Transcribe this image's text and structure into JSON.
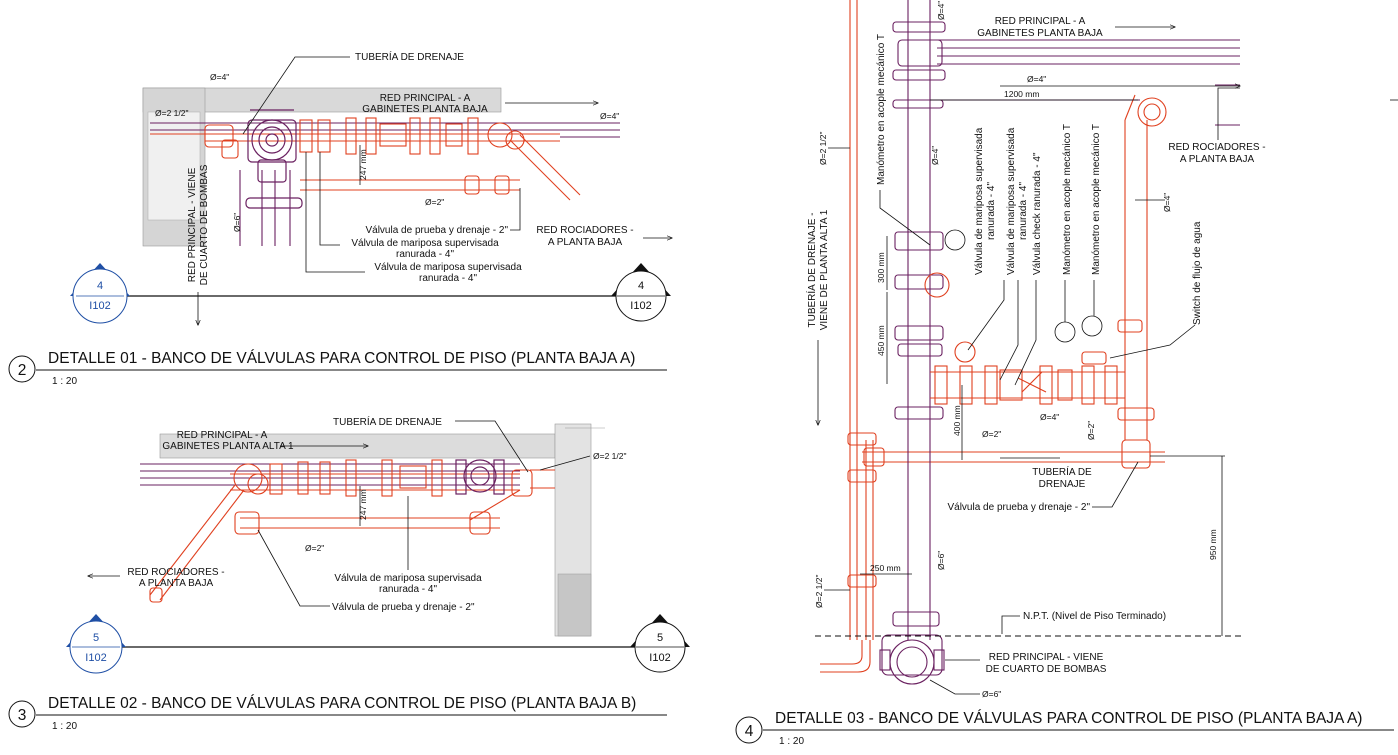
{
  "details": [
    {
      "number": "2",
      "title": "DETALLE 01 - BANCO DE VÁLVULAS PARA CONTROL DE PISO (PLANTA BAJA A)",
      "scale": "1 : 20",
      "section_markers": [
        {
          "num": "4",
          "sheet": "I102"
        },
        {
          "num": "4",
          "sheet": "I102"
        }
      ],
      "labels": {
        "drain": "TUBERÍA DE DRENAJE",
        "red_principal_1": "RED PRINCIPAL - A",
        "red_principal_2": "GABINETES PLANTA BAJA",
        "valvula_prueba": "Válvula de prueba y drenaje - 2\"",
        "mariposa_a1": "Válvula de mariposa supervisada",
        "mariposa_a2": "ranurada - 4\"",
        "mariposa_b1": "Válvula de mariposa supervisada",
        "mariposa_b2": "ranurada - 4\"",
        "rociadores_1": "RED ROCIADORES -",
        "rociadores_2": "A PLANTA BAJA",
        "viene_1": "RED PRINCIPAL - VIENE",
        "viene_2": "DE CUARTO DE BOMBAS",
        "d4_top": "Ø=4\"",
        "d212": "Ø=2 1/2\"",
        "d4_right": "Ø=4\"",
        "d2": "Ø=2\"",
        "d6": "Ø=6\"",
        "dim247": "247 mm"
      }
    },
    {
      "number": "3",
      "title": "DETALLE 02 - BANCO DE VÁLVULAS PARA CONTROL DE PISO (PLANTA BAJA B)",
      "scale": "1 : 20",
      "section_markers": [
        {
          "num": "5",
          "sheet": "I102"
        },
        {
          "num": "5",
          "sheet": "I102"
        }
      ],
      "labels": {
        "red_principal_1": "RED PRINCIPAL - A",
        "red_principal_2": "GABINETES PLANTA ALTA 1",
        "drain": "TUBERÍA DE DRENAJE",
        "d212": "Ø=2 1/2\"",
        "dim247": "247 mm",
        "d2": "Ø=2\"",
        "rociadores_1": "RED ROCIADORES -",
        "rociadores_2": "A PLANTA BAJA",
        "mariposa_1": "Válvula de mariposa supervisada",
        "mariposa_2": "ranurada - 4\"",
        "valvula_prueba": "Válvula de prueba y drenaje - 2\""
      }
    },
    {
      "number": "4",
      "title": "DETALLE 03 - BANCO DE VÁLVULAS PARA CONTROL DE PISO (PLANTA BAJA A)",
      "scale": "1 : 20",
      "labels": {
        "red_principal_1": "RED PRINCIPAL - A",
        "red_principal_2": "GABINETES PLANTA BAJA",
        "d4_a": "Ø=4\"",
        "dim1200": "1200 mm",
        "rociadores_1": "RED ROCIADORES -",
        "rociadores_2": "A PLANTA BAJA",
        "manometro_v": "Manómetro en acople mecánico T",
        "d212_top": "Ø=2 1/2\"",
        "d4_b": "Ø=4\"",
        "drenaje_v1": "TUBERÍA DE DRENAJE -",
        "drenaje_v2": "VIENE DE PLANTA ALTA 1",
        "mariposa_v1": "Válvula de mariposa supervisada",
        "mariposa_v1b": "ranurada - 4\"",
        "mariposa_v2": "Válvula de mariposa supervisada",
        "mariposa_v2b": "ranurada - 4\"",
        "check_v": "Válvula check ranurada - 4\"",
        "manometro_v2": "Manómetro en acople mecánico T",
        "manometro_v3": "Manómetro en acople mecánico T",
        "switch": "Switch de flujo de agua",
        "d4_c": "Ø=4\"",
        "dim300": "300 mm",
        "dim450": "450 mm",
        "dim400": "400 mm",
        "d4_d": "Ø=4\"",
        "d2_a": "Ø=2\"",
        "d2_b": "Ø=2\"",
        "drenaje_1": "TUBERÍA DE",
        "drenaje_2": "DRENAJE",
        "valvula_prueba": "Válvula de prueba y drenaje - 2\"",
        "dim950": "950 mm",
        "d6_a": "Ø=6\"",
        "dim250": "250 mm",
        "d212_bot": "Ø=2 1/2\"",
        "npt": "N.P.T. (Nivel de Piso Terminado)",
        "viene_1": "RED PRINCIPAL - VIENE",
        "viene_2": "DE CUARTO DE BOMBAS",
        "d6_b": "Ø=6\"",
        "d4_top": "Ø=4\""
      }
    }
  ]
}
